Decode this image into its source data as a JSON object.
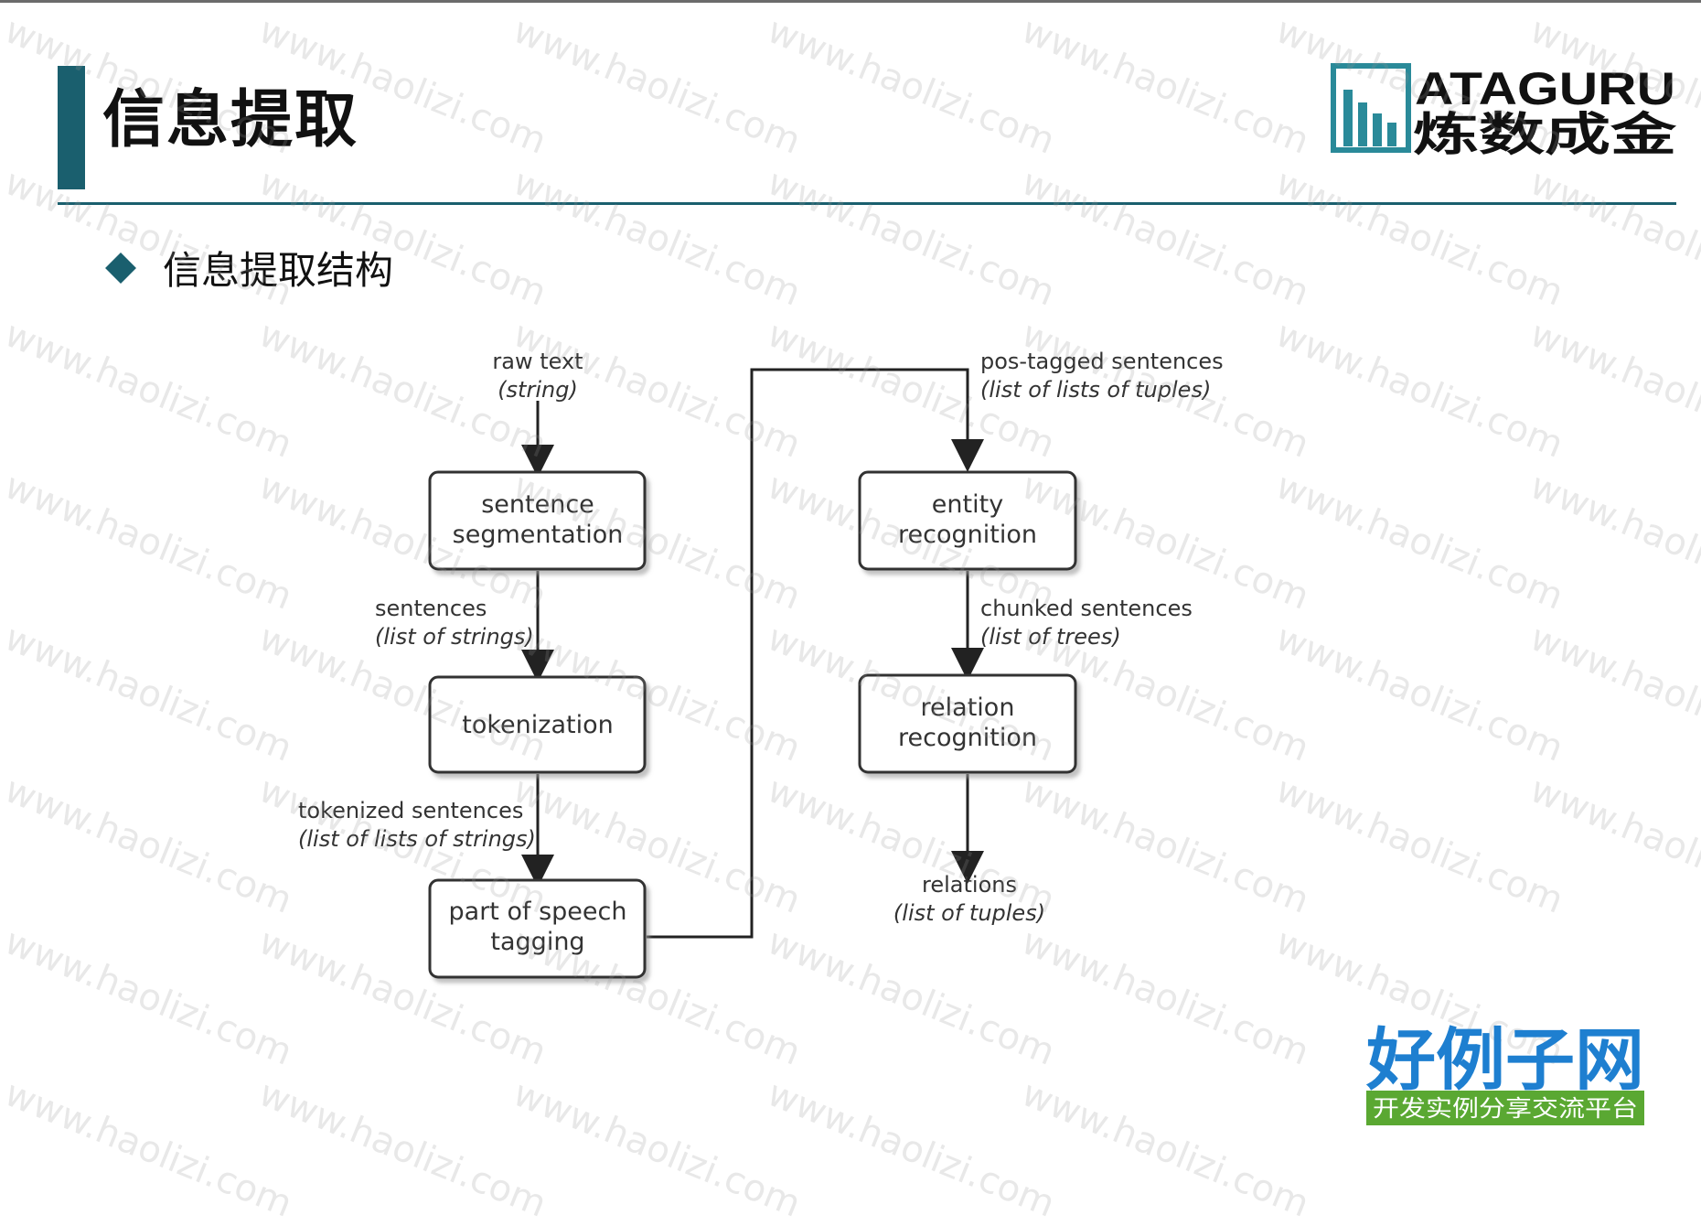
{
  "header": {
    "title": "信息提取",
    "logo_text_en": "ATAGURU",
    "logo_text_cn": "炼数成金"
  },
  "content": {
    "bullet_text": "信息提取结构"
  },
  "diagram": {
    "boxes": [
      {
        "line1": "sentence",
        "line2": "segmentation"
      },
      {
        "line1": "tokenization",
        "line2": ""
      },
      {
        "line1": "part of speech",
        "line2": "tagging"
      },
      {
        "line1": "entity",
        "line2": "recognition"
      },
      {
        "line1": "relation",
        "line2": "recognition"
      }
    ],
    "labels": [
      {
        "main": "raw text",
        "type": "(string)"
      },
      {
        "main": "sentences",
        "type": "(list of strings)"
      },
      {
        "main": "tokenized sentences",
        "type": "(list of lists of strings)"
      },
      {
        "main": "pos-tagged sentences",
        "type": "(list of lists of tuples)"
      },
      {
        "main": "chunked sentences",
        "type": "(list of trees)"
      },
      {
        "main": "relations",
        "type": "(list of tuples)"
      }
    ]
  },
  "watermark": {
    "text": "www.haolizi.com"
  },
  "brand": {
    "name": "好例子网",
    "tagline": "开发实例分享交流平台"
  },
  "colors": {
    "accent": "#1a5f6e",
    "brand_blue": "#1e7fd0",
    "brand_green": "#5aa832"
  }
}
